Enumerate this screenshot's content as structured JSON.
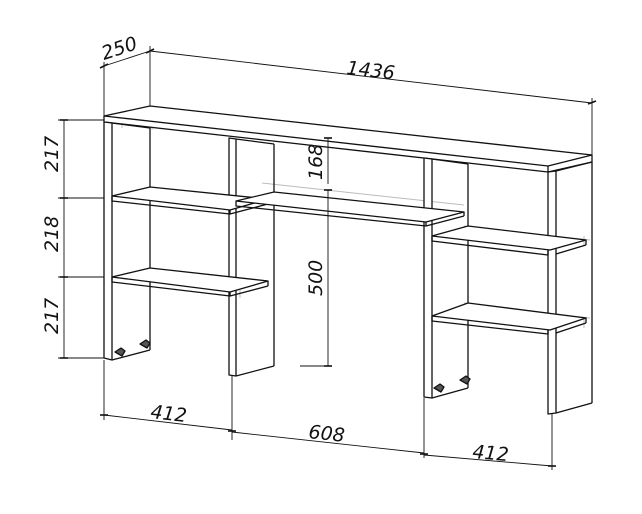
{
  "dimensions": {
    "depth": "250",
    "total_width": "1436",
    "top_gap": "168",
    "center_height": "500",
    "left_tier_top": "217",
    "left_tier_mid": "218",
    "left_tier_bottom": "217",
    "bottom_left": "412",
    "bottom_center": "608",
    "bottom_right": "412"
  },
  "colors": {
    "line": "#111111",
    "hidden_line": "#bbbbbb",
    "background": "#ffffff"
  }
}
